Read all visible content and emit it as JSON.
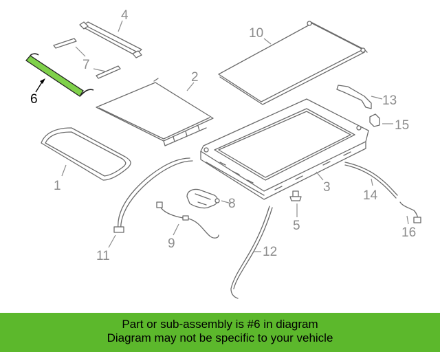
{
  "callouts": {
    "c1": "1",
    "c2": "2",
    "c3": "3",
    "c4": "4",
    "c5": "5",
    "c6": "6",
    "c7": "7",
    "c8": "8",
    "c9": "9",
    "c10": "10",
    "c11": "11",
    "c12": "12",
    "c13": "13",
    "c14": "14",
    "c15": "15",
    "c16": "16"
  },
  "highlight": {
    "part": "6",
    "color": "#7fd14a"
  },
  "banner": {
    "line1": "Part or sub-assembly is #6 in diagram",
    "line2": "Diagram may not be specific to your vehicle",
    "color": "#5cb82c"
  }
}
